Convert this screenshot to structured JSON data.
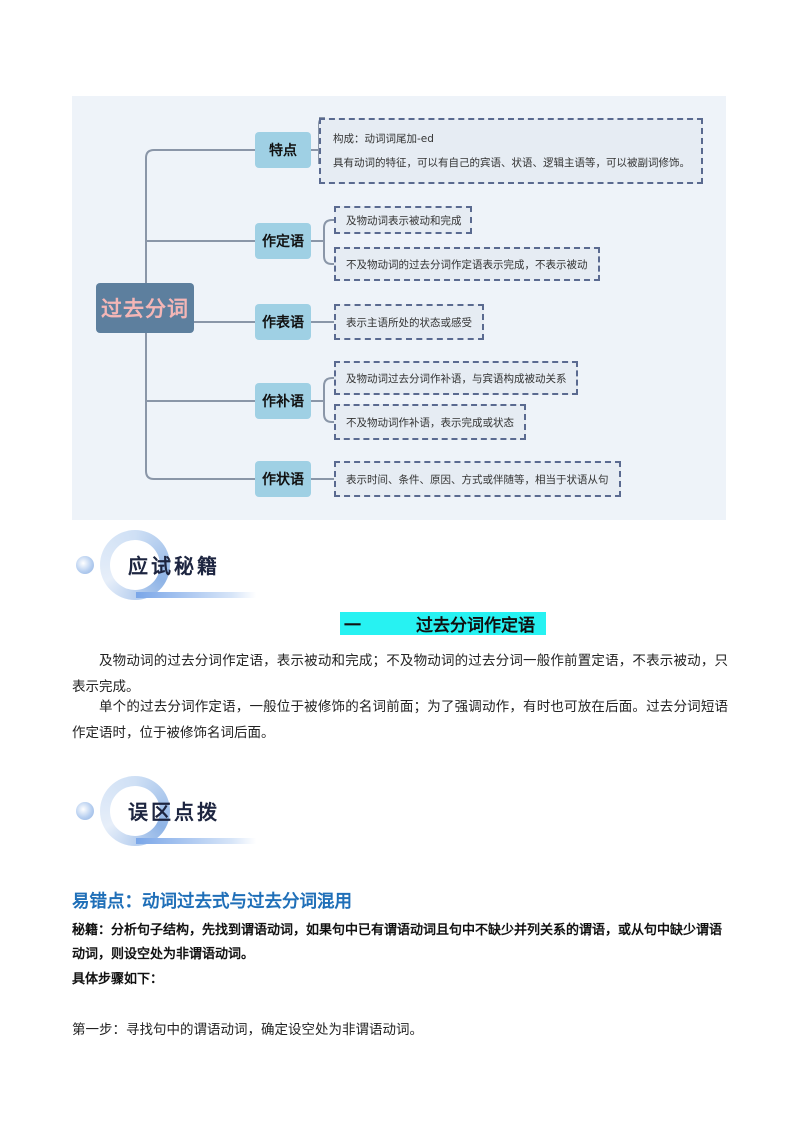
{
  "mindmap": {
    "root": "过去分词",
    "branches": [
      {
        "label": "特点",
        "leaves": [
          "构成：动词词尾加-ed",
          "具有动词的特征，可以有自己的宾语、状语、逻辑主语等，可以被副词修饰。"
        ]
      },
      {
        "label": "作定语",
        "leaves": [
          "及物动词表示被动和完成",
          "不及物动词的过去分词作定语表示完成，不表示被动"
        ]
      },
      {
        "label": "作表语",
        "leaves": [
          "表示主语所处的状态或感受"
        ]
      },
      {
        "label": "作补语",
        "leaves": [
          "及物动词过去分词作补语，与宾语构成被动关系",
          "不及物动词作补语，表示完成或状态"
        ]
      },
      {
        "label": "作状语",
        "leaves": [
          "表示时间、条件、原因、方式或伴随等，相当于状语从句"
        ]
      }
    ]
  },
  "section1": {
    "banner": "应试秘籍",
    "heading_num": "一",
    "heading_text": "过去分词作定语",
    "para1": "及物动词的过去分词作定语，表示被动和完成；不及物动词的过去分词一般作前置定语，不表示被动，只表示完成。",
    "para2": "单个的过去分词作定语，一般位于被修饰的名词前面；为了强调动作，有时也可放在后面。过去分词短语作定语时，位于被修饰名词后面。"
  },
  "section2": {
    "banner": "误区点拨",
    "heading": "易错点：动词过去式与过去分词混用",
    "tip": "秘籍：分析句子结构，先找到谓语动词，如果句中已有谓语动词且句中不缺少并列关系的谓语，或从句中缺少谓语动词，则设空处为非谓语动词。",
    "steps_title": "具体步骤如下：",
    "step1": "第一步：寻找句中的谓语动词，确定设空处为非谓语动词。"
  }
}
